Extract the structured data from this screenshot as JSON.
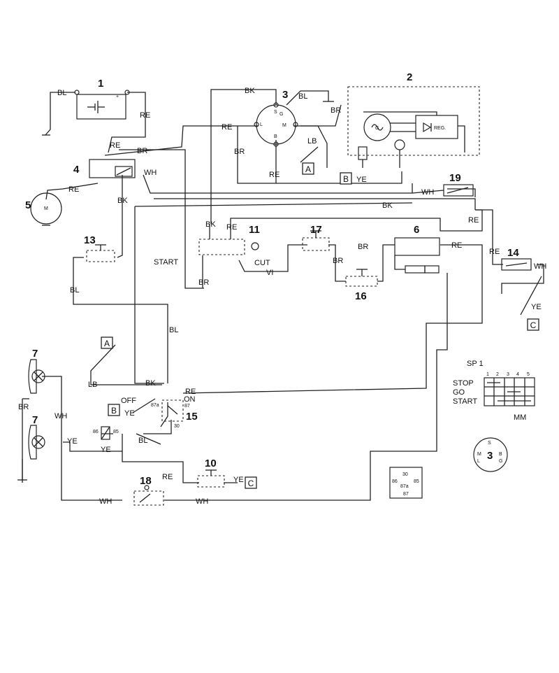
{
  "components": {
    "c1": "1",
    "c2": "2",
    "c3": "3",
    "c4": "4",
    "c5": "5",
    "c6": "6",
    "c7": "7",
    "c10": "10",
    "c11": "11",
    "c13": "13",
    "c14": "14",
    "c15": "15",
    "c16": "16",
    "c17": "17",
    "c18": "18",
    "c19": "19"
  },
  "wires": {
    "bl": "BL",
    "re": "RE",
    "br": "BR",
    "bk": "BK",
    "wh": "WH",
    "lb": "LB",
    "ye": "YE",
    "vi": "VI"
  },
  "labels": {
    "start": "START",
    "cut": "CUT",
    "off": "OFF",
    "on": "ON",
    "reg": "REG.",
    "gen": "G",
    "battery_plus": "+",
    "motor_m": "M",
    "sw3": {
      "l": "L",
      "g": "G",
      "m": "M",
      "b": "B",
      "s": "S"
    },
    "relay": {
      "p86": "86",
      "p85": "85",
      "p87": "87",
      "p87a": "87a",
      "p30": "30"
    }
  },
  "connectors": {
    "a": "A",
    "b": "B",
    "c": "C"
  },
  "switch_table": {
    "header": "SP 1",
    "cols": [
      "1",
      "2",
      "3",
      "4",
      "5"
    ],
    "rows": [
      "STOP",
      "GO",
      "START"
    ],
    "signature": "MM"
  },
  "legend3": {
    "num": "3",
    "s": "S",
    "m": "M",
    "b": "B",
    "l": "L",
    "g": "G"
  }
}
